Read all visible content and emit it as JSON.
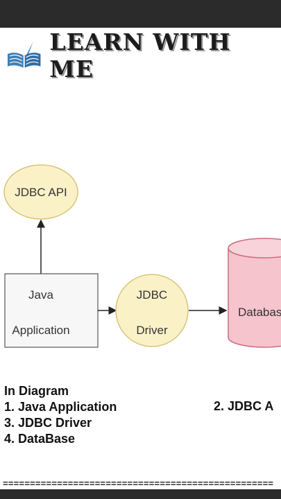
{
  "header": {
    "title": "LEARN WITH ME",
    "logo_icon": "open-book-with-quill-icon"
  },
  "diagram": {
    "api_label": "JDBC API",
    "app_line1": "Java",
    "app_line2": "Application",
    "driver_line1": "JDBC",
    "driver_line2": "Driver",
    "database_label": "Database",
    "colors": {
      "node_fill": "#fbf1c7",
      "node_stroke": "#d8c47a",
      "db_fill": "#f5c4cc",
      "db_stroke": "#c96c7c",
      "box_fill": "#f7f7f7",
      "box_stroke": "#555555"
    }
  },
  "legend": {
    "heading": "In Diagram",
    "items": [
      "1. Java Application",
      "2. JDBC A",
      "3. JDBC Driver",
      "4. DataBase"
    ]
  },
  "divider": "=================================================="
}
